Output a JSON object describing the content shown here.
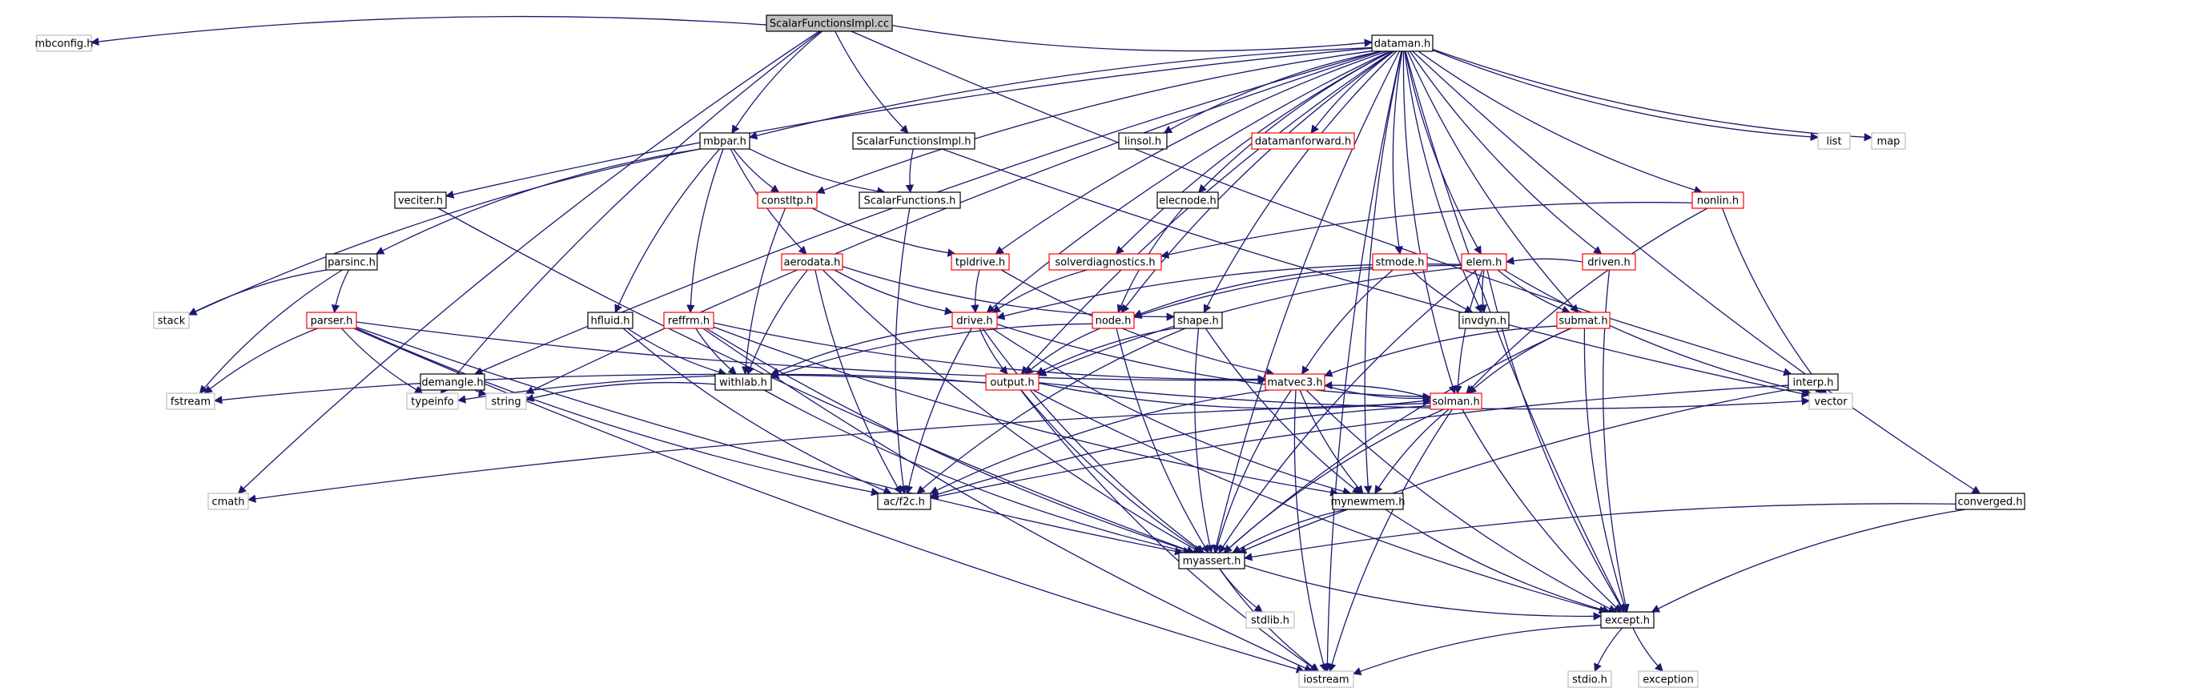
{
  "colors": {
    "edge": "#191970",
    "border_normal": "#000000",
    "border_red": "#ff0000",
    "border_gray": "#bfbfbf",
    "fill_root": "#bfbfbf",
    "fill_default": "#ffffff"
  },
  "graph": {
    "nodes": [
      {
        "id": "ScalarFunctionsImpl_cc",
        "label": "ScalarFunctionsImpl.cc",
        "style": "root"
      },
      {
        "id": "mbconfig_h",
        "label": "mbconfig.h",
        "style": "gray"
      },
      {
        "id": "dataman_h",
        "label": "dataman.h",
        "style": "normal"
      },
      {
        "id": "mbpar_h",
        "label": "mbpar.h",
        "style": "normal"
      },
      {
        "id": "ScalarFunctionsImpl_h",
        "label": "ScalarFunctionsImpl.h",
        "style": "normal"
      },
      {
        "id": "linsol_h",
        "label": "linsol.h",
        "style": "normal"
      },
      {
        "id": "datamanforward_h",
        "label": "datamanforward.h",
        "style": "red"
      },
      {
        "id": "list",
        "label": "list",
        "style": "gray"
      },
      {
        "id": "map",
        "label": "map",
        "style": "gray"
      },
      {
        "id": "veciter_h",
        "label": "veciter.h",
        "style": "normal"
      },
      {
        "id": "constltp_h",
        "label": "constltp.h",
        "style": "red"
      },
      {
        "id": "ScalarFunctions_h",
        "label": "ScalarFunctions.h",
        "style": "normal"
      },
      {
        "id": "elecnode_h",
        "label": "elecnode.h",
        "style": "normal"
      },
      {
        "id": "nonlin_h",
        "label": "nonlin.h",
        "style": "red"
      },
      {
        "id": "parsinc_h",
        "label": "parsinc.h",
        "style": "normal"
      },
      {
        "id": "stack",
        "label": "stack",
        "style": "gray"
      },
      {
        "id": "parser_h",
        "label": "parser.h",
        "style": "red"
      },
      {
        "id": "aerodata_h",
        "label": "aerodata.h",
        "style": "red"
      },
      {
        "id": "tpldrive_h",
        "label": "tpldrive.h",
        "style": "red"
      },
      {
        "id": "solverdiagnostics_h",
        "label": "solverdiagnostics.h",
        "style": "red"
      },
      {
        "id": "stmode_h",
        "label": "stmode.h",
        "style": "red"
      },
      {
        "id": "elem_h",
        "label": "elem.h",
        "style": "red"
      },
      {
        "id": "driven_h",
        "label": "driven.h",
        "style": "red"
      },
      {
        "id": "hfluid_h",
        "label": "hfluid.h",
        "style": "normal"
      },
      {
        "id": "reffrm_h",
        "label": "reffrm.h",
        "style": "red"
      },
      {
        "id": "drive_h",
        "label": "drive.h",
        "style": "red"
      },
      {
        "id": "node_h",
        "label": "node.h",
        "style": "red"
      },
      {
        "id": "shape_h",
        "label": "shape.h",
        "style": "normal"
      },
      {
        "id": "invdyn_h",
        "label": "invdyn.h",
        "style": "normal"
      },
      {
        "id": "submat_h",
        "label": "submat.h",
        "style": "red"
      },
      {
        "id": "demangle_h",
        "label": "demangle.h",
        "style": "normal"
      },
      {
        "id": "withlab_h",
        "label": "withlab.h",
        "style": "normal"
      },
      {
        "id": "output_h",
        "label": "output.h",
        "style": "red"
      },
      {
        "id": "matvec3_h",
        "label": "matvec3.h",
        "style": "red"
      },
      {
        "id": "interp_h",
        "label": "interp.h",
        "style": "normal"
      },
      {
        "id": "fstream",
        "label": "fstream",
        "style": "gray"
      },
      {
        "id": "typeinfo",
        "label": "typeinfo",
        "style": "gray"
      },
      {
        "id": "string",
        "label": "string",
        "style": "gray"
      },
      {
        "id": "solman_h",
        "label": "solman.h",
        "style": "red"
      },
      {
        "id": "vector",
        "label": "vector",
        "style": "gray"
      },
      {
        "id": "cmath",
        "label": "cmath",
        "style": "gray"
      },
      {
        "id": "ac_f2c_h",
        "label": "ac/f2c.h",
        "style": "normal"
      },
      {
        "id": "mynewmem_h",
        "label": "mynewmem.h",
        "style": "normal"
      },
      {
        "id": "converged_h",
        "label": "converged.h",
        "style": "normal"
      },
      {
        "id": "myassert_h",
        "label": "myassert.h",
        "style": "normal"
      },
      {
        "id": "stdlib_h",
        "label": "stdlib.h",
        "style": "gray"
      },
      {
        "id": "except_h",
        "label": "except.h",
        "style": "normal"
      },
      {
        "id": "iostream",
        "label": "iostream",
        "style": "gray"
      },
      {
        "id": "stdio_h",
        "label": "stdio.h",
        "style": "gray"
      },
      {
        "id": "exception",
        "label": "exception",
        "style": "gray"
      }
    ],
    "edges": [
      [
        "ScalarFunctionsImpl_cc",
        "mbconfig_h"
      ],
      [
        "ScalarFunctionsImpl_cc",
        "dataman_h"
      ],
      [
        "ScalarFunctionsImpl_cc",
        "mbpar_h"
      ],
      [
        "ScalarFunctionsImpl_cc",
        "ScalarFunctionsImpl_h"
      ],
      [
        "ScalarFunctionsImpl_cc",
        "cmath"
      ],
      [
        "ScalarFunctionsImpl_cc",
        "typeinfo"
      ],
      [
        "ScalarFunctionsImpl_cc",
        "interp_h"
      ],
      [
        "dataman_h",
        "mbpar_h"
      ],
      [
        "dataman_h",
        "linsol_h"
      ],
      [
        "dataman_h",
        "datamanforward_h"
      ],
      [
        "dataman_h",
        "list"
      ],
      [
        "dataman_h",
        "map"
      ],
      [
        "dataman_h",
        "veciter_h"
      ],
      [
        "dataman_h",
        "constltp_h"
      ],
      [
        "dataman_h",
        "elecnode_h"
      ],
      [
        "dataman_h",
        "nonlin_h"
      ],
      [
        "dataman_h",
        "tpldrive_h"
      ],
      [
        "dataman_h",
        "solverdiagnostics_h"
      ],
      [
        "dataman_h",
        "stmode_h"
      ],
      [
        "dataman_h",
        "elem_h"
      ],
      [
        "dataman_h",
        "driven_h"
      ],
      [
        "dataman_h",
        "drive_h"
      ],
      [
        "dataman_h",
        "node_h"
      ],
      [
        "dataman_h",
        "shape_h"
      ],
      [
        "dataman_h",
        "invdyn_h"
      ],
      [
        "dataman_h",
        "submat_h"
      ],
      [
        "dataman_h",
        "demangle_h"
      ],
      [
        "dataman_h",
        "output_h"
      ],
      [
        "dataman_h",
        "string"
      ],
      [
        "dataman_h",
        "solman_h"
      ],
      [
        "dataman_h",
        "mynewmem_h"
      ],
      [
        "dataman_h",
        "converged_h"
      ],
      [
        "dataman_h",
        "myassert_h"
      ],
      [
        "dataman_h",
        "except_h"
      ],
      [
        "dataman_h",
        "iostream"
      ],
      [
        "mbpar_h",
        "constltp_h"
      ],
      [
        "mbpar_h",
        "ScalarFunctions_h"
      ],
      [
        "mbpar_h",
        "parsinc_h"
      ],
      [
        "mbpar_h",
        "stack"
      ],
      [
        "mbpar_h",
        "aerodata_h"
      ],
      [
        "mbpar_h",
        "hfluid_h"
      ],
      [
        "mbpar_h",
        "reffrm_h"
      ],
      [
        "ScalarFunctionsImpl_h",
        "ScalarFunctions_h"
      ],
      [
        "ScalarFunctionsImpl_h",
        "vector"
      ],
      [
        "veciter_h",
        "myassert_h"
      ],
      [
        "constltp_h",
        "tpldrive_h"
      ],
      [
        "constltp_h",
        "withlab_h"
      ],
      [
        "ScalarFunctions_h",
        "ac_f2c_h"
      ],
      [
        "elecnode_h",
        "node_h"
      ],
      [
        "nonlin_h",
        "solverdiagnostics_h"
      ],
      [
        "nonlin_h",
        "solman_h"
      ],
      [
        "nonlin_h",
        "vector"
      ],
      [
        "parsinc_h",
        "stack"
      ],
      [
        "parsinc_h",
        "parser_h"
      ],
      [
        "parsinc_h",
        "fstream"
      ],
      [
        "parser_h",
        "fstream"
      ],
      [
        "parser_h",
        "typeinfo"
      ],
      [
        "parser_h",
        "matvec3_h"
      ],
      [
        "parser_h",
        "ac_f2c_h"
      ],
      [
        "parser_h",
        "myassert_h"
      ],
      [
        "parser_h",
        "iostream"
      ],
      [
        "aerodata_h",
        "drive_h"
      ],
      [
        "aerodata_h",
        "shape_h"
      ],
      [
        "aerodata_h",
        "withlab_h"
      ],
      [
        "aerodata_h",
        "ac_f2c_h"
      ],
      [
        "aerodata_h",
        "myassert_h"
      ],
      [
        "tpldrive_h",
        "drive_h"
      ],
      [
        "tpldrive_h",
        "matvec3_h"
      ],
      [
        "solverdiagnostics_h",
        "drive_h"
      ],
      [
        "stmode_h",
        "node_h"
      ],
      [
        "stmode_h",
        "invdyn_h"
      ],
      [
        "stmode_h",
        "matvec3_h"
      ],
      [
        "elem_h",
        "node_h"
      ],
      [
        "elem_h",
        "drive_h"
      ],
      [
        "elem_h",
        "invdyn_h"
      ],
      [
        "elem_h",
        "submat_h"
      ],
      [
        "elem_h",
        "vector"
      ],
      [
        "elem_h",
        "solman_h"
      ],
      [
        "elem_h",
        "myassert_h"
      ],
      [
        "elem_h",
        "except_h"
      ],
      [
        "elem_h",
        "output_h"
      ],
      [
        "driven_h",
        "elem_h"
      ],
      [
        "driven_h",
        "except_h"
      ],
      [
        "hfluid_h",
        "withlab_h"
      ],
      [
        "hfluid_h",
        "ac_f2c_h"
      ],
      [
        "reffrm_h",
        "withlab_h"
      ],
      [
        "reffrm_h",
        "matvec3_h"
      ],
      [
        "reffrm_h",
        "myassert_h"
      ],
      [
        "reffrm_h",
        "iostream"
      ],
      [
        "reffrm_h",
        "mynewmem_h"
      ],
      [
        "drive_h",
        "withlab_h"
      ],
      [
        "drive_h",
        "output_h"
      ],
      [
        "drive_h",
        "solman_h"
      ],
      [
        "drive_h",
        "mynewmem_h"
      ],
      [
        "drive_h",
        "ac_f2c_h"
      ],
      [
        "drive_h",
        "myassert_h"
      ],
      [
        "node_h",
        "withlab_h"
      ],
      [
        "node_h",
        "output_h"
      ],
      [
        "node_h",
        "myassert_h"
      ],
      [
        "shape_h",
        "output_h"
      ],
      [
        "shape_h",
        "mynewmem_h"
      ],
      [
        "shape_h",
        "myassert_h"
      ],
      [
        "shape_h",
        "ac_f2c_h"
      ],
      [
        "submat_h",
        "matvec3_h"
      ],
      [
        "submat_h",
        "solman_h"
      ],
      [
        "submat_h",
        "myassert_h"
      ],
      [
        "submat_h",
        "except_h"
      ],
      [
        "demangle_h",
        "typeinfo"
      ],
      [
        "demangle_h",
        "string"
      ],
      [
        "withlab_h",
        "string"
      ],
      [
        "withlab_h",
        "myassert_h"
      ],
      [
        "output_h",
        "fstream"
      ],
      [
        "output_h",
        "typeinfo"
      ],
      [
        "output_h",
        "solman_h"
      ],
      [
        "output_h",
        "myassert_h"
      ],
      [
        "output_h",
        "except_h"
      ],
      [
        "output_h",
        "iostream"
      ],
      [
        "output_h",
        "vector"
      ],
      [
        "matvec3_h",
        "solman_h"
      ],
      [
        "matvec3_h",
        "ac_f2c_h"
      ],
      [
        "matvec3_h",
        "myassert_h"
      ],
      [
        "matvec3_h",
        "except_h"
      ],
      [
        "matvec3_h",
        "iostream"
      ],
      [
        "matvec3_h",
        "mynewmem_h"
      ],
      [
        "interp_h",
        "vector"
      ],
      [
        "interp_h",
        "ac_f2c_h"
      ],
      [
        "interp_h",
        "myassert_h"
      ],
      [
        "solman_h",
        "matvec3_h"
      ],
      [
        "solman_h",
        "cmath"
      ],
      [
        "solman_h",
        "ac_f2c_h"
      ],
      [
        "solman_h",
        "mynewmem_h"
      ],
      [
        "solman_h",
        "myassert_h"
      ],
      [
        "solman_h",
        "except_h"
      ],
      [
        "solman_h",
        "iostream"
      ],
      [
        "mynewmem_h",
        "myassert_h"
      ],
      [
        "mynewmem_h",
        "except_h"
      ],
      [
        "converged_h",
        "myassert_h"
      ],
      [
        "converged_h",
        "except_h"
      ],
      [
        "myassert_h",
        "stdlib_h"
      ],
      [
        "myassert_h",
        "except_h"
      ],
      [
        "myassert_h",
        "iostream"
      ],
      [
        "except_h",
        "stdio_h"
      ],
      [
        "except_h",
        "exception"
      ],
      [
        "except_h",
        "iostream"
      ]
    ]
  }
}
